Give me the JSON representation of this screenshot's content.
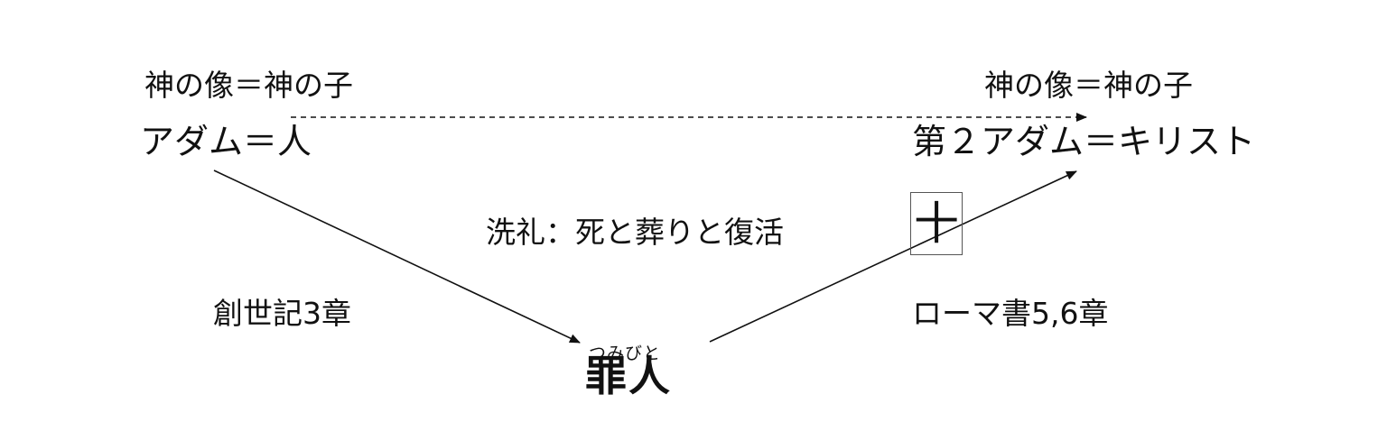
{
  "labels": {
    "top_left": "神の像＝神の子",
    "adam": "アダム＝人",
    "top_right": "神の像＝神の子",
    "second_adam": "第２アダム＝キリスト",
    "baptism": "洗礼：死と葬りと復活",
    "genesis": "創世記3章",
    "romans": "ローマ書5,6章",
    "sinner_furigana": "つみびと",
    "sinner": "罪人",
    "cross": "十"
  },
  "colors": {
    "text": "#111111",
    "line": "#111111",
    "box_border": "#555555"
  },
  "icons": {
    "cross": "cross-icon"
  }
}
